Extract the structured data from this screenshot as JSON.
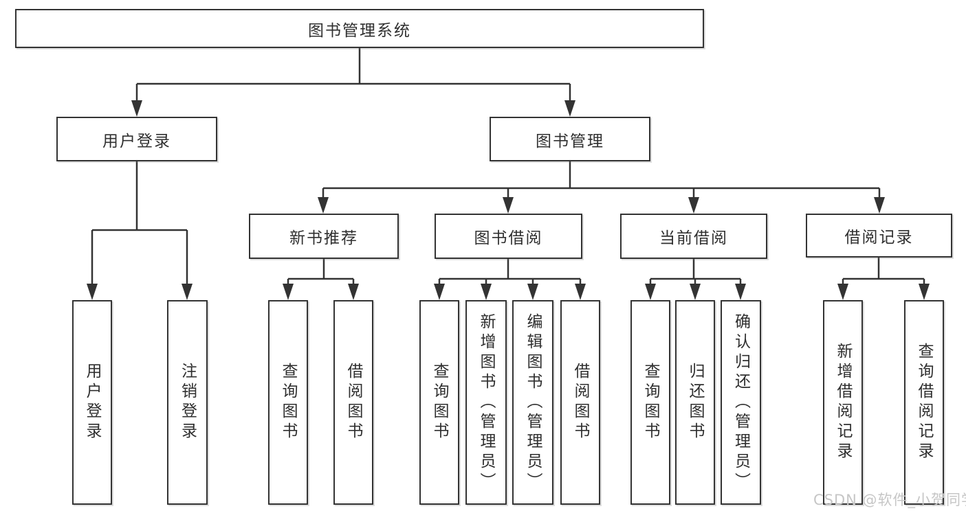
{
  "diagram": {
    "root": {
      "label": "图书管理系统"
    },
    "level2": {
      "user_login": {
        "label": "用户登录"
      },
      "book_mgmt": {
        "label": "图书管理"
      }
    },
    "level3": {
      "new_book_rec": {
        "label": "新书推荐"
      },
      "book_borrow": {
        "label": "图书借阅"
      },
      "current_borrow": {
        "label": "当前借阅"
      },
      "borrow_record": {
        "label": "借阅记录"
      }
    },
    "leaves": {
      "l01": {
        "label": "用户登录"
      },
      "l02": {
        "label": "注销登录"
      },
      "l03": {
        "label": "查询图书"
      },
      "l04": {
        "label": "借阅图书"
      },
      "l05": {
        "label": "查询图书"
      },
      "l06": {
        "label": "新增图书（管理员）"
      },
      "l07": {
        "label": "编辑图书（管理员）"
      },
      "l08": {
        "label": "借阅图书"
      },
      "l09": {
        "label": "查询图书"
      },
      "l10": {
        "label": "归还图书"
      },
      "l11": {
        "label": "确认归还（管理员）"
      },
      "l12": {
        "label": "新增借阅记录"
      },
      "l13": {
        "label": "查询借阅记录"
      }
    }
  },
  "watermark": {
    "text": "CSDN @软件_小贺同学"
  },
  "colors": {
    "line": "#333333",
    "box_border": "#333333",
    "text": "#2f2f2f",
    "background": "#ffffff",
    "watermark": "#c6c6c6"
  }
}
